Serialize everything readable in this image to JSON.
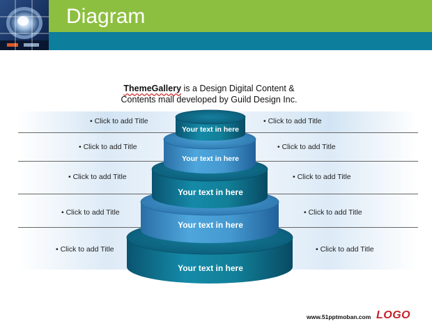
{
  "header": {
    "title": "Diagram"
  },
  "intro": {
    "brand": "ThemeGallery",
    "line1_rest": " is a Design Digital Content &",
    "line2": "Contents mall developed by Guild Design Inc."
  },
  "tiers": [
    {
      "text": "Your text in here",
      "left_label": "• Click to add Title",
      "right_label": "• Click to add Title"
    },
    {
      "text": "Your text in here",
      "left_label": "• Click to add Title",
      "right_label": "• Click to add Title"
    },
    {
      "text": "Your text in here",
      "left_label": "• Click to add Title",
      "right_label": "• Click to add Title"
    },
    {
      "text": "Your text in here",
      "left_label": "• Click to add Title",
      "right_label": "• Click to add Title"
    },
    {
      "text": "Your text in here",
      "left_label": "• Click to add Title",
      "right_label": "• Click to add Title"
    }
  ],
  "footer": {
    "url": "www.51pptmoban.com",
    "logo": "LOGO"
  },
  "colors": {
    "header_green": "#8cbf3f",
    "header_teal": "#0d7f9c",
    "tier_light": "#3a8fc4",
    "tier_dark": "#0e6f8e",
    "logo_red": "#c8202a"
  }
}
